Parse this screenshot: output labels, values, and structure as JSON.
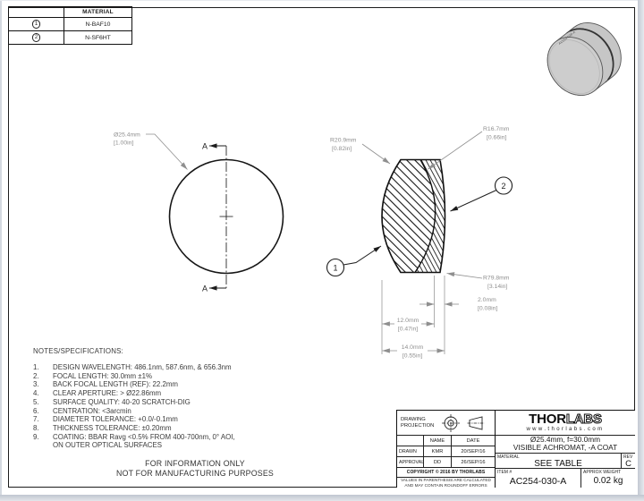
{
  "colors": {
    "line": "#1c1c1c",
    "dimension": "#8f8f8f",
    "text": "#3b3b3b"
  },
  "material_table": {
    "header_material": "MATERIAL",
    "rows": [
      {
        "id": "1",
        "material": "N-BAF10"
      },
      {
        "id": "2",
        "material": "N-SF6HT"
      }
    ]
  },
  "front_view": {
    "diameter_label": "Ø25.4mm",
    "diameter_label_in": "[1.00in]",
    "section_letter_top": "A",
    "section_letter_bottom": "A"
  },
  "section_view": {
    "r1_label": "R20.9mm",
    "r1_label_in": "[0.82in]",
    "r2_label": "R16.7mm",
    "r2_label_in": "[0.66in]",
    "r3_label": "R79.8mm",
    "r3_label_in": "[3.14in]",
    "dim_flint": "2.0mm",
    "dim_flint_in": "[0.08in]",
    "dim_crown": "12.0mm",
    "dim_crown_in": "[0.47in]",
    "dim_total": "14.0mm",
    "dim_total_in": "[0.55in]",
    "balloon_1": "1",
    "balloon_2": "2"
  },
  "lens_render": {
    "engraving": "AC254-030-A"
  },
  "notes": {
    "title": "NOTES/SPECIFICATIONS:",
    "items": [
      {
        "n": "1.",
        "t": "DESIGN WAVELENGTH: 486.1nm, 587.6nm, & 656.3nm"
      },
      {
        "n": "2.",
        "t": "FOCAL LENGTH: 30.0mm ±1%"
      },
      {
        "n": "3.",
        "t": "BACK FOCAL LENGTH (REF): 22.2mm"
      },
      {
        "n": "4.",
        "t": "CLEAR APERTURE: > Ø22.86mm"
      },
      {
        "n": "5.",
        "t": "SURFACE QUALITY: 40-20 SCRATCH-DIG"
      },
      {
        "n": "6.",
        "t": "CENTRATION: <3arcmin"
      },
      {
        "n": "7.",
        "t": "DIAMETER TOLERANCE: +0.0/-0.1mm"
      },
      {
        "n": "8.",
        "t": "THICKNESS TOLERANCE: ±0.20mm"
      },
      {
        "n": "9.",
        "t": "COATING: BBAR Ravg <0.5% FROM 400-700nm, 0° AOI,"
      }
    ],
    "item9_line2": "ON OUTER OPTICAL SURFACES"
  },
  "footer": {
    "line1": "FOR INFORMATION ONLY",
    "line2": "NOT FOR MANUFACTURING PURPOSES"
  },
  "title_block": {
    "projection_label": "DRAWING PROJECTION",
    "name_header": "NAME",
    "date_header": "DATE",
    "drawn_label": "DRAWN",
    "drawn_name": "KMR",
    "drawn_date": "20/SEP/16",
    "approval_label": "APPROVAL",
    "approval_name": "DD",
    "approval_date": "26/SEP/16",
    "copyright": "COPYRIGHT © 2016 BY THORLABS",
    "disclaimer_line1": "VALUES IN PARENTHESIS ARE CALCULATED",
    "disclaimer_line2": "AND MAY CONTAIN ROUNDOFF ERRORS",
    "logo_thor": "THOR",
    "logo_labs": "LABS",
    "website": "www.thorlabs.com",
    "desc_line1": "Ø25.4mm, f=30.0mm",
    "desc_line2": "VISIBLE ACHROMAT, -A COAT",
    "material_label": "MATERIAL",
    "material_value": "SEE TABLE",
    "rev_label": "REV",
    "rev_value": "C",
    "item_label": "ITEM #",
    "item_value": "AC254-030-A",
    "weight_label": "APPROX WEIGHT",
    "weight_value": "0.02 kg"
  }
}
